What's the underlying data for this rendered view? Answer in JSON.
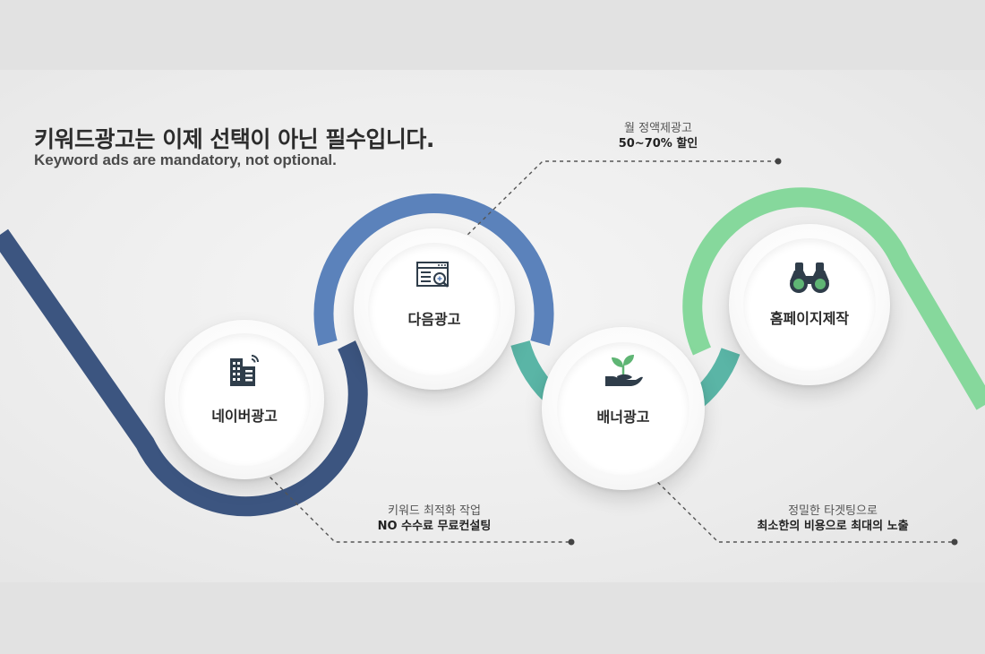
{
  "header": {
    "title": "키워드광고는 이제 선택이 아닌 필수입니다.",
    "subtitle": "Keyword ads are mandatory, not optional."
  },
  "services": [
    {
      "label": "네이버광고",
      "icon": "building-wifi-icon"
    },
    {
      "label": "다음광고",
      "icon": "browser-search-icon"
    },
    {
      "label": "배너광고",
      "icon": "sprout-hand-icon"
    },
    {
      "label": "홈페이지제작",
      "icon": "binoculars-icon"
    }
  ],
  "notes": [
    {
      "line1": "월 정액제광고",
      "line2": "50~70% 할인"
    },
    {
      "line1": "키워드 최적화 작업",
      "line2": "NO 수수료 무료컨설팅"
    },
    {
      "line1": "정밀한 타겟팅으로",
      "line2": "최소한의 비용으로 최대의 노출"
    }
  ],
  "colors": {
    "navy": "#3c5580",
    "blue": "#5b82bb",
    "teal": "#5ab5a6",
    "green": "#86d89c",
    "dark_icon": "#2f3d4a",
    "green_icon": "#5fb574"
  }
}
